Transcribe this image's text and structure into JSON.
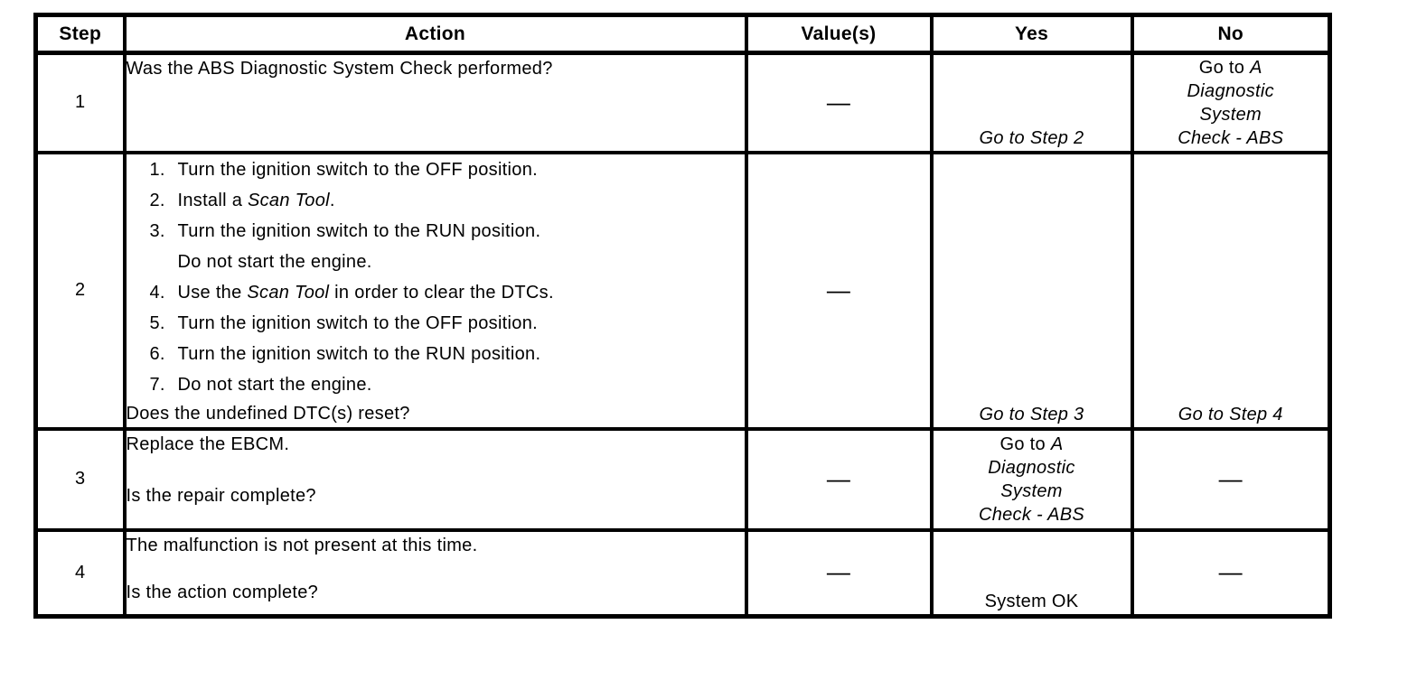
{
  "document": {
    "background": "#ffffff",
    "ink": "#000000",
    "dash": "—"
  },
  "table": {
    "headers": [
      {
        "label": "Step"
      },
      {
        "label": "Action"
      },
      {
        "label": "Value(s)"
      },
      {
        "label": "Yes"
      },
      {
        "label": "No"
      }
    ],
    "rows": [
      {
        "step": "1",
        "action": {
          "text": "Was the ABS Diagnostic System Check performed?"
        },
        "value": "—",
        "yes": {
          "italic": "Go to Step 2"
        },
        "no": {
          "prefix": "Go to ",
          "lines": [
            "A",
            "Diagnostic",
            "System",
            "Check - ABS"
          ]
        }
      },
      {
        "step": "2",
        "action": {
          "items": [
            {
              "num": "1.",
              "pre": "Turn the ignition switch to the OFF position.",
              "italic": "",
              "post": ""
            },
            {
              "num": "2.",
              "pre": "Install a ",
              "italic": "Scan Tool",
              "post": "."
            },
            {
              "num": "3.",
              "pre": "Turn the ignition switch to the RUN position.",
              "italic": "",
              "post": ""
            },
            {
              "num": "",
              "pre": "Do not start the engine.",
              "italic": "",
              "post": ""
            },
            {
              "num": "4.",
              "pre": "Use the ",
              "italic": "Scan Tool",
              "post": " in order to clear the DTCs."
            },
            {
              "num": "5.",
              "pre": "Turn the ignition switch to the OFF position.",
              "italic": "",
              "post": ""
            },
            {
              "num": "6.",
              "pre": "Turn the ignition switch to the RUN position.",
              "italic": "",
              "post": ""
            },
            {
              "num": "7.",
              "pre": "Do not start the engine.",
              "italic": "",
              "post": ""
            }
          ],
          "question": "Does the undefined DTC(s) reset?"
        },
        "value": "—",
        "yes": {
          "italic": "Go to Step 3"
        },
        "no_italic": "Go to Step 4"
      },
      {
        "step": "3",
        "action": {
          "text": "Replace the EBCM.",
          "question": "Is the repair complete?"
        },
        "value": "—",
        "yes": {
          "prefix": "Go to ",
          "lines": [
            "A",
            "Diagnostic",
            "System",
            "Check - ABS"
          ]
        },
        "no": "—"
      },
      {
        "step": "4",
        "action": {
          "text": "The malfunction is not present at this time.",
          "question": "Is the action complete?"
        },
        "value": "—",
        "yes": {
          "text": "System OK"
        },
        "no": "—"
      }
    ]
  }
}
